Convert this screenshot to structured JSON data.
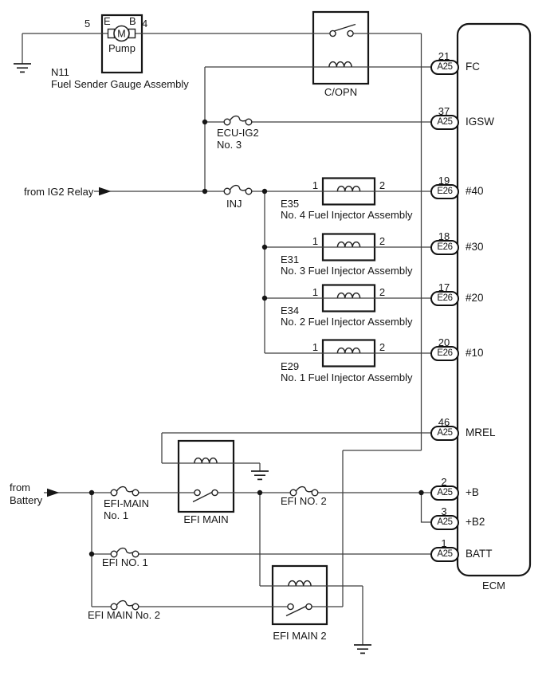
{
  "diagram": {
    "pump": {
      "pin_left": "5",
      "terminal_left": "E",
      "terminal_right": "B",
      "pin_right": "4",
      "motor_symbol": "M",
      "label": "Pump",
      "id": "N11",
      "name": "Fuel Sender Gauge Assembly"
    },
    "relays": {
      "copn": "C/OPN",
      "efi_main": "EFI MAIN",
      "efi_main2": "EFI MAIN 2"
    },
    "fuses": {
      "ecu_ig2_l1": "ECU-IG2",
      "ecu_ig2_l2": "No. 3",
      "inj": "INJ",
      "efi_main_no1_l1": "EFI-MAIN",
      "efi_main_no1_l2": "No. 1",
      "efi_no2": "EFI NO. 2",
      "efi_no1": "EFI NO. 1",
      "efi_main_no2": "EFI MAIN No. 2"
    },
    "sources": {
      "ig2": "from IG2 Relay",
      "battery_l1": "from",
      "battery_l2": "Battery"
    },
    "injectors": [
      {
        "code": "E35",
        "name": "No. 4 Fuel Injector Assembly",
        "pin_left": "1",
        "pin_right": "2"
      },
      {
        "code": "E31",
        "name": "No. 3 Fuel Injector Assembly",
        "pin_left": "1",
        "pin_right": "2"
      },
      {
        "code": "E34",
        "name": "No. 2 Fuel Injector Assembly",
        "pin_left": "1",
        "pin_right": "2"
      },
      {
        "code": "E29",
        "name": "No. 1 Fuel Injector Assembly",
        "pin_left": "1",
        "pin_right": "2"
      }
    ],
    "ecm": {
      "label": "ECM",
      "pins": [
        {
          "number": "21",
          "connector": "A25",
          "name": "FC"
        },
        {
          "number": "37",
          "connector": "A25",
          "name": "IGSW"
        },
        {
          "number": "19",
          "connector": "E26",
          "name": "#40"
        },
        {
          "number": "18",
          "connector": "E26",
          "name": "#30"
        },
        {
          "number": "17",
          "connector": "E26",
          "name": "#20"
        },
        {
          "number": "20",
          "connector": "E26",
          "name": "#10"
        },
        {
          "number": "46",
          "connector": "A25",
          "name": "MREL"
        },
        {
          "number": "2",
          "connector": "A25",
          "name": "+B"
        },
        {
          "number": "3",
          "connector": "A25",
          "name": "+B2"
        },
        {
          "number": "1",
          "connector": "A25",
          "name": "BATT"
        }
      ]
    }
  }
}
